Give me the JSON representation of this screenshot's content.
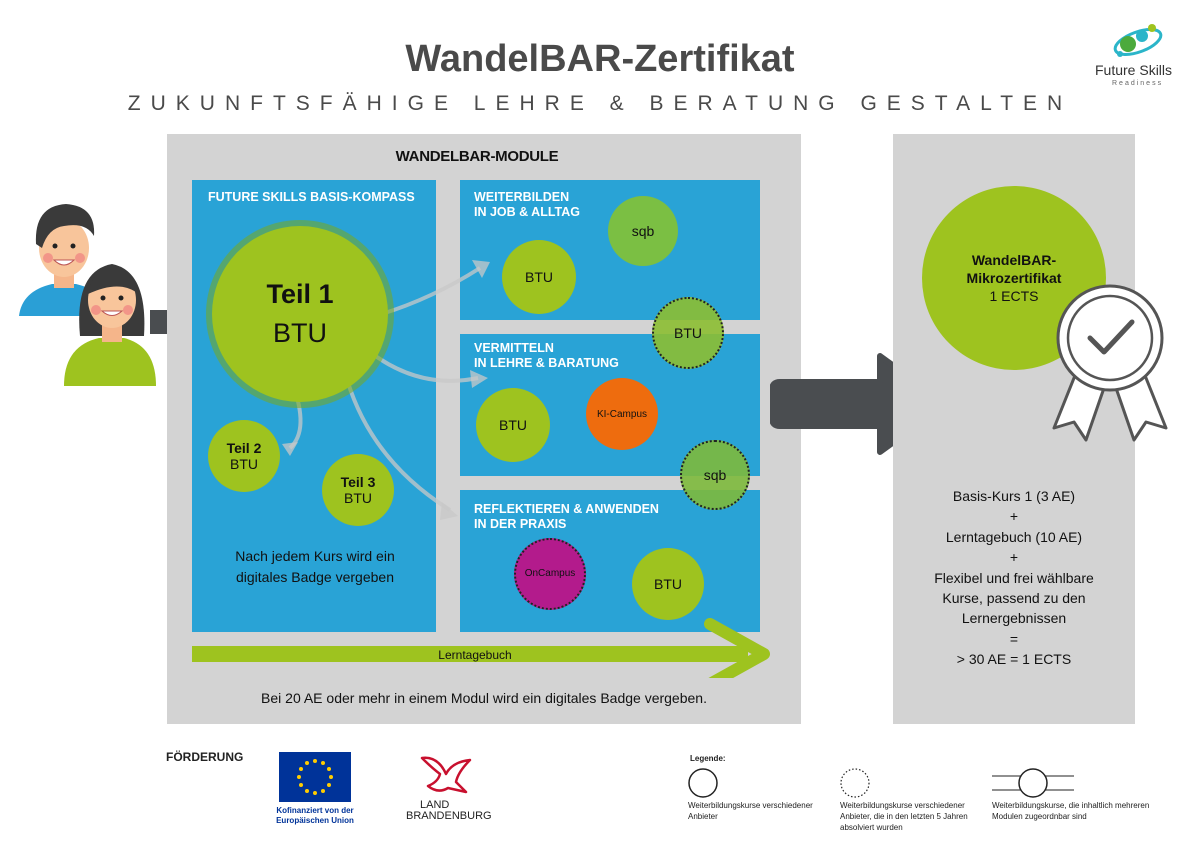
{
  "header": {
    "title": "WandelBAR-Zertifikat",
    "subtitle": "ZUKUNFTSFÄHIGE LEHRE & BERATUNG GESTALTEN",
    "logo_main": "Future Skills",
    "logo_sub": "Readiness"
  },
  "modules": {
    "heading": "WANDELBAR-MODULE",
    "basis": {
      "heading": "FUTURE SKILLS BASIS-KOMPASS",
      "teil1_title": "Teil 1",
      "teil1_provider": "BTU",
      "teil2_title": "Teil 2",
      "teil2_provider": "BTU",
      "teil3_title": "Teil 3",
      "teil3_provider": "BTU",
      "note": "Nach jedem Kurs wird ein digitales Badge vergeben"
    },
    "weiterbilden": {
      "heading_line1": "WEITERBILDEN",
      "heading_line2": "IN JOB & ALLTAG",
      "c1": "sqb",
      "c2": "BTU",
      "c3": "BTU"
    },
    "vermitteln": {
      "heading_line1": "VERMITTELN",
      "heading_line2": "IN LEHRE & BARATUNG",
      "c1": "BTU",
      "c2": "KI-Campus",
      "c3": "sqb"
    },
    "reflektieren": {
      "heading_line1": "REFLEKTIEREN & ANWENDEN",
      "heading_line2": "IN DER PRAXIS",
      "c1": "OnCampus",
      "c2": "BTU"
    },
    "lerntagebuch": "Lerntagebuch",
    "footer_note": "Bei 20 AE oder mehr in einem Modul wird ein digitales Badge vergeben."
  },
  "certificate": {
    "circle_line1": "WandelBAR-",
    "circle_line2": "Mikrozertifikat",
    "circle_line3": "1 ECTS",
    "calc": [
      "Basis-Kurs 1 (3 AE)",
      "+",
      "Lerntagebuch (10 AE)",
      "+",
      "Flexibel und frei wählbare",
      "Kurse, passend zu den",
      "Lernergebnissen",
      "=",
      "> 30 AE = 1 ECTS"
    ]
  },
  "footer": {
    "funding_label": "FÖRDERUNG",
    "eu_line1": "Kofinanziert von der",
    "eu_line2": "Europäischen Union",
    "land_line1": "LAND",
    "land_line2": "BRANDENBURG",
    "legend_title": "Legende:",
    "legend1": "Weiterbildungskurse verschiedener Anbieter",
    "legend2": "Weiterbildungskurse verschiedener Anbieter, die in den letzten 5 Jahren absolviert wurden",
    "legend3": "Weiterbildungskurse, die inhaltlich mehreren Modulen zugeordnbar sind"
  },
  "colors": {
    "blue": "#29a3d6",
    "green": "#9ec31f",
    "orange": "#ee6c0e",
    "purple": "#b31b8c",
    "grey_panel": "#d3d3d3",
    "dark_arrow": "#4a4d50"
  }
}
